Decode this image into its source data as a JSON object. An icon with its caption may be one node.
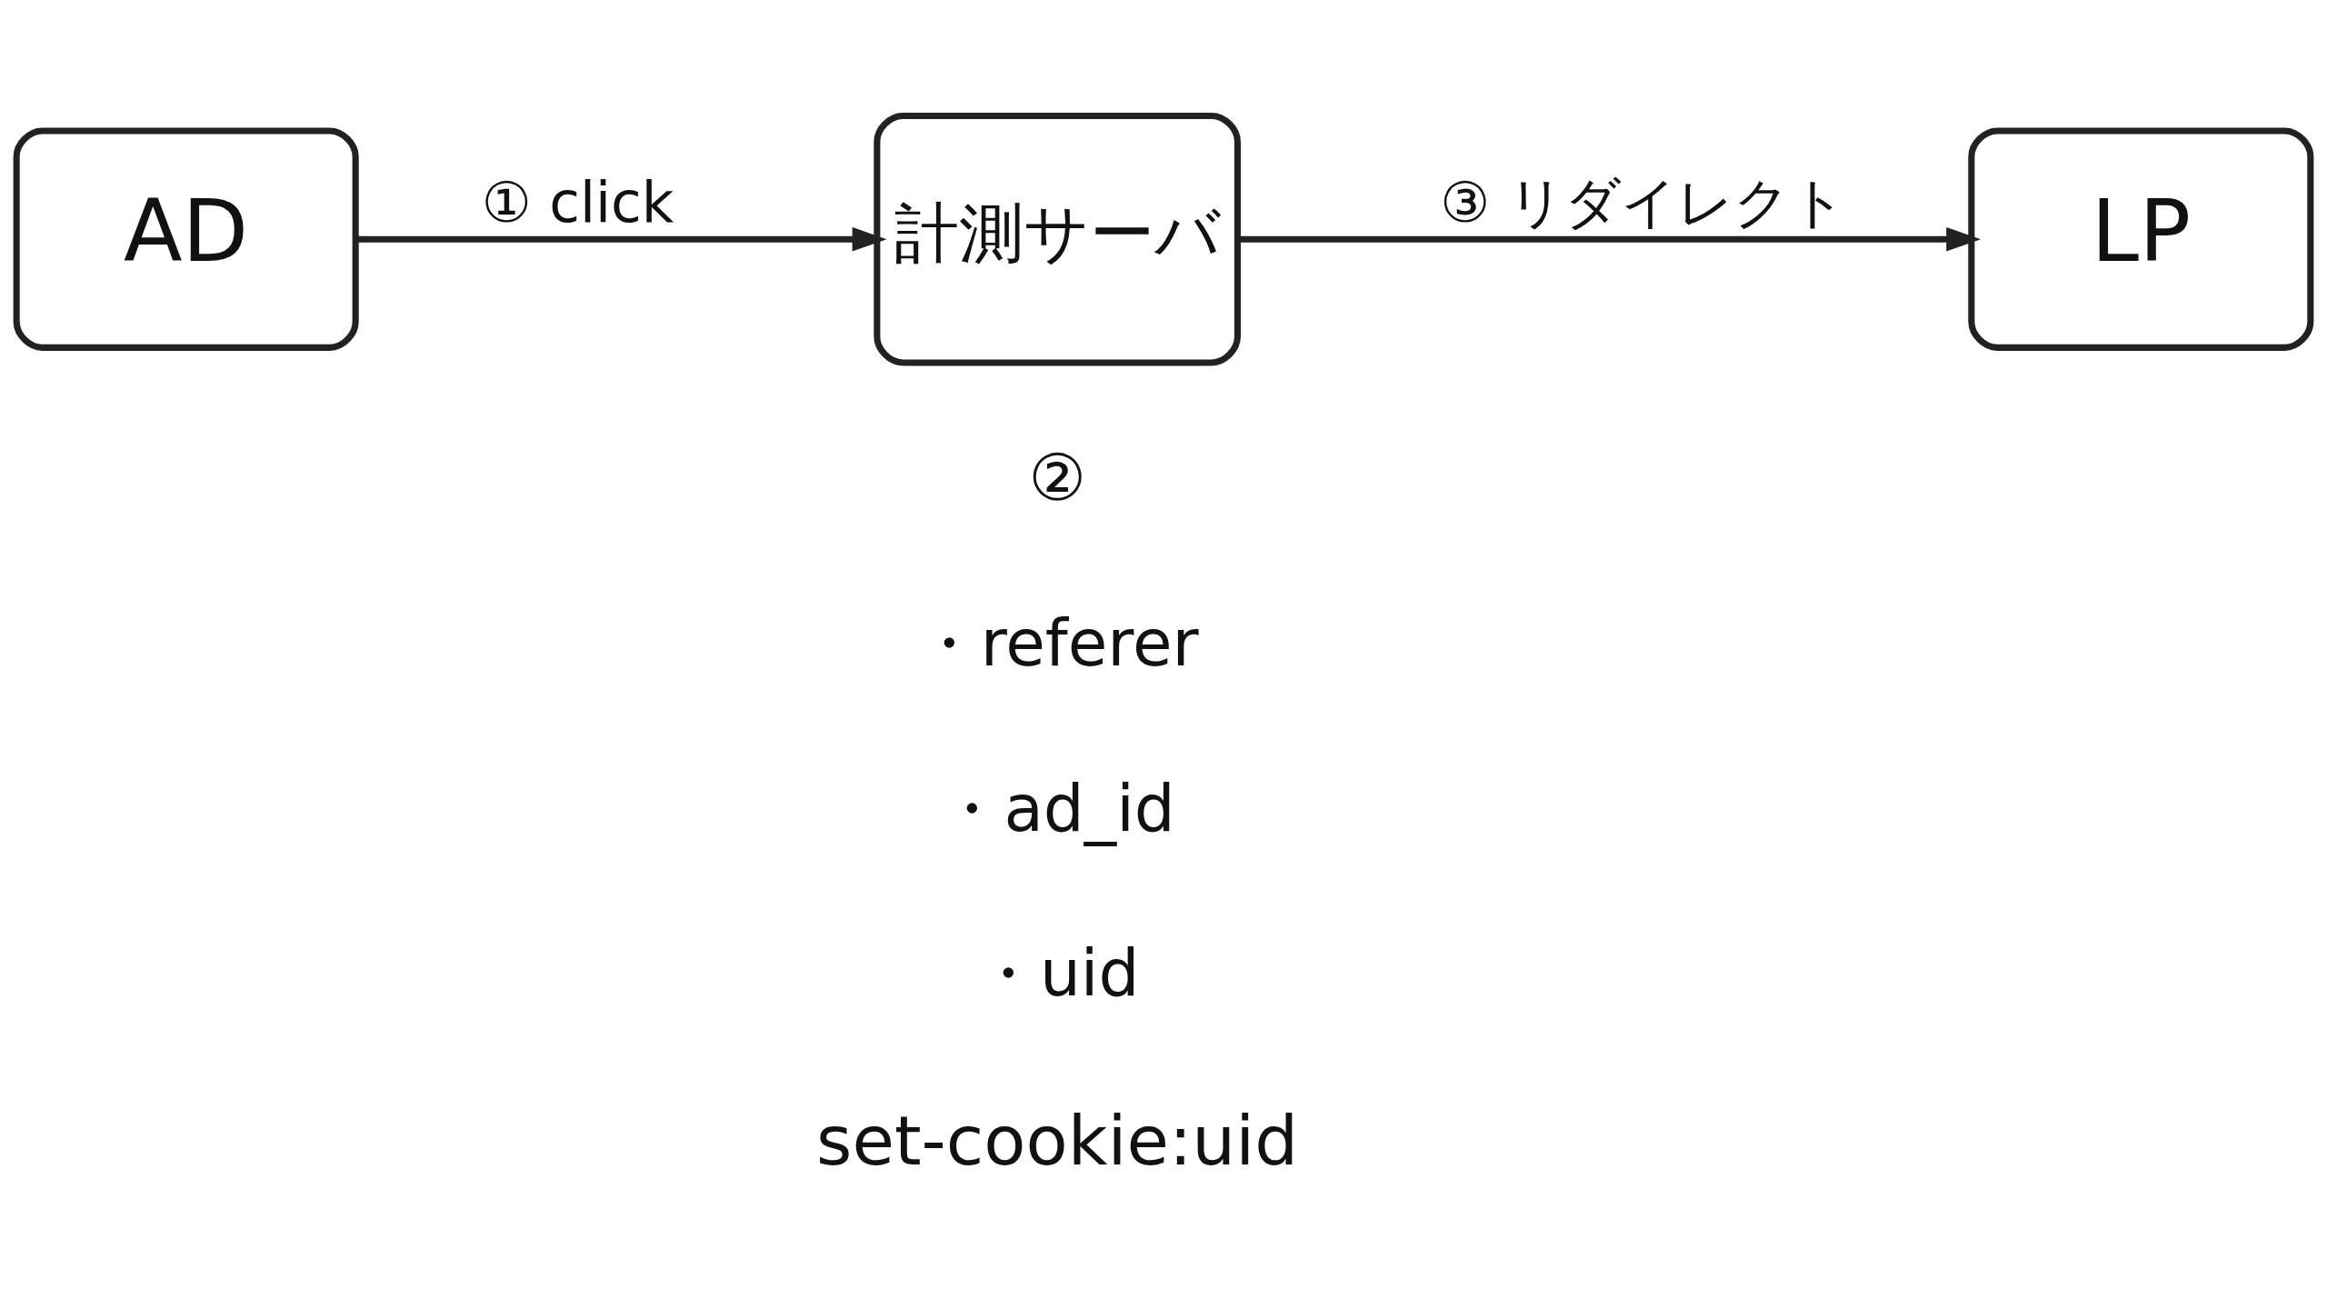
{
  "diagram": {
    "nodes": [
      {
        "text": [
          "AD"
        ]
      },
      {
        "text": [
          "計測サーバ"
        ]
      },
      {
        "text": [
          "LP"
        ]
      }
    ],
    "edges": [
      {
        "from": 0,
        "to": 1,
        "arrow": "to",
        "label": "① click"
      },
      {
        "from": 1,
        "to": 2,
        "arrow": "to",
        "label": "③ リダイレクト"
      }
    ],
    "labels": [
      "②",
      "・referer",
      "・ad_id",
      "・uid",
      "set-cookie:uid"
    ]
  }
}
